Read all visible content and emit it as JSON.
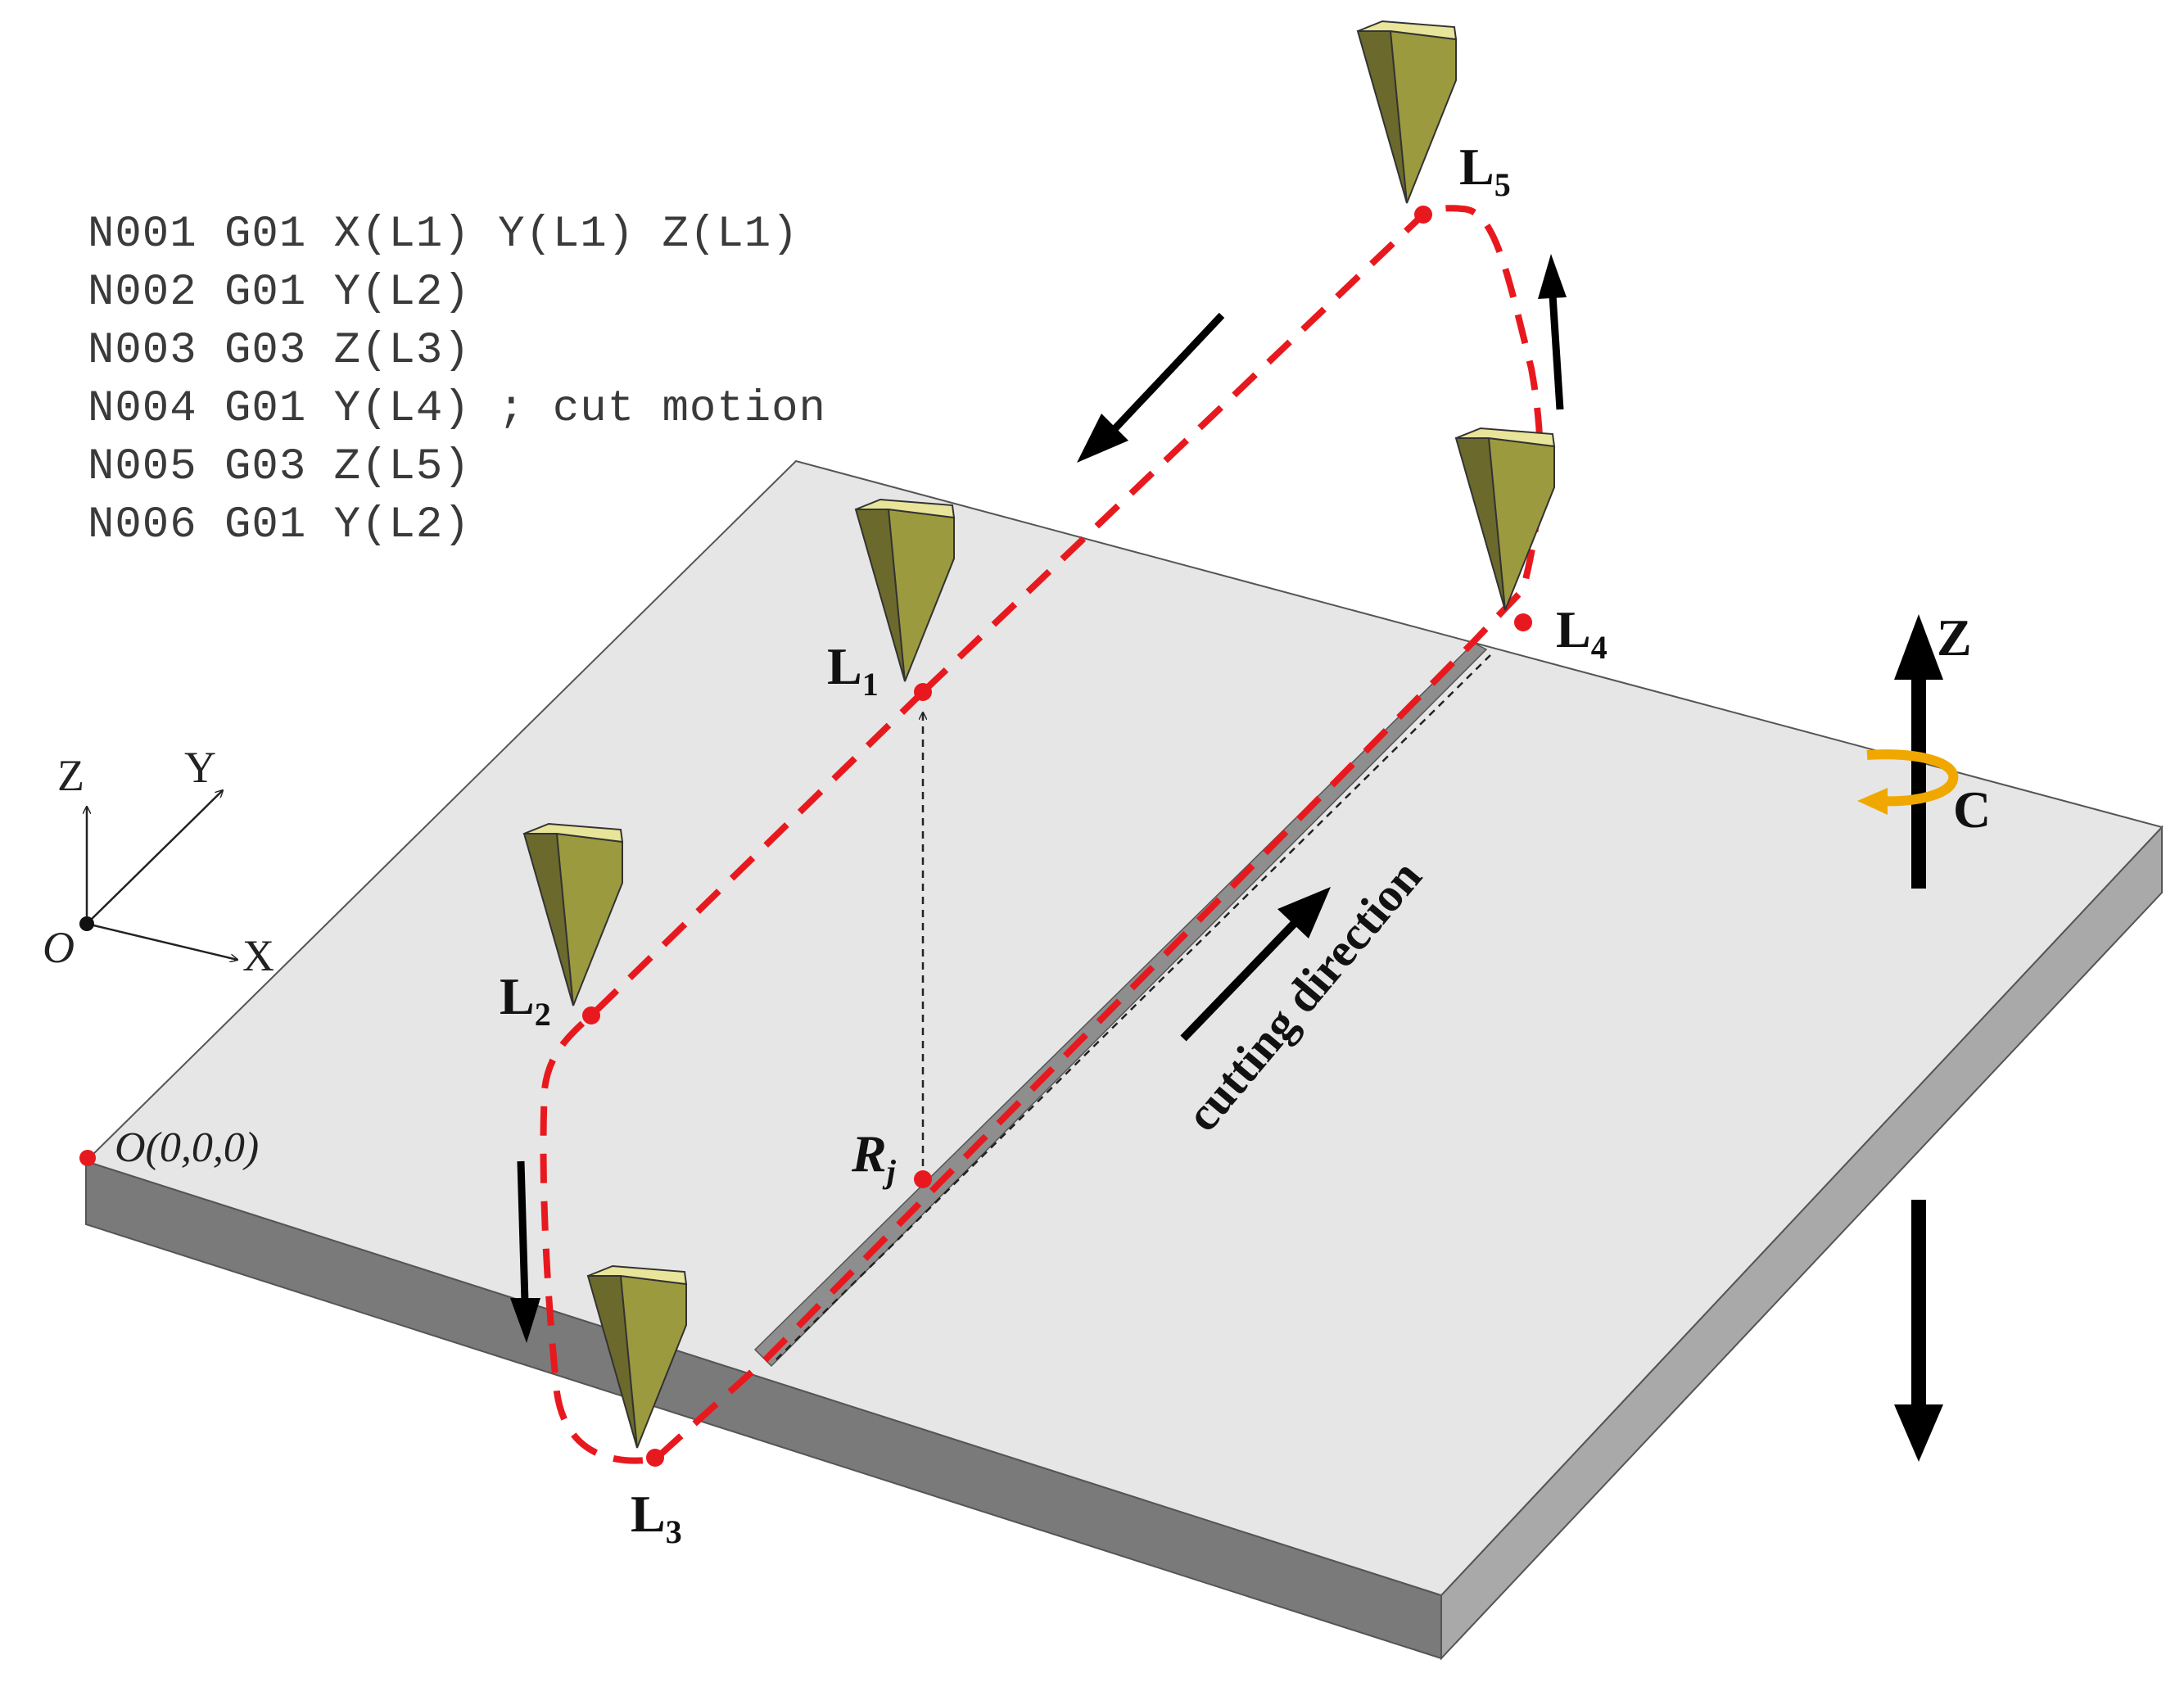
{
  "gcode": [
    "N001 G01 X(L1) Y(L1) Z(L1)",
    "N002 G01 Y(L2)",
    "N003 G03 Z(L3)",
    "N004 G01 Y(L4) ; cut motion",
    "N005 G03 Z(L5)",
    "N006 G01 Y(L2)"
  ],
  "points": {
    "L1": {
      "base": "L",
      "sub": "1"
    },
    "L2": {
      "base": "L",
      "sub": "2"
    },
    "L3": {
      "base": "L",
      "sub": "3"
    },
    "L4": {
      "base": "L",
      "sub": "4"
    },
    "L5": {
      "base": "L",
      "sub": "5"
    },
    "Rj": {
      "base": "R",
      "sub": "j"
    }
  },
  "origin_label": "O(0,0,0)",
  "axes": {
    "x": "X",
    "y": "Y",
    "z": "Z",
    "o": "O"
  },
  "machine_axes": {
    "z": "Z",
    "c": "C"
  },
  "cutting_direction": "cutting direction",
  "colors": {
    "path": "#e8191e",
    "tool_light": "#d8d57a",
    "tool_dark": "#6b6a2c",
    "plate_top": "#e6e6e6",
    "plate_front": "#7a7a7a",
    "plate_side": "#a9a9a9",
    "rotation": "#f0a800"
  }
}
